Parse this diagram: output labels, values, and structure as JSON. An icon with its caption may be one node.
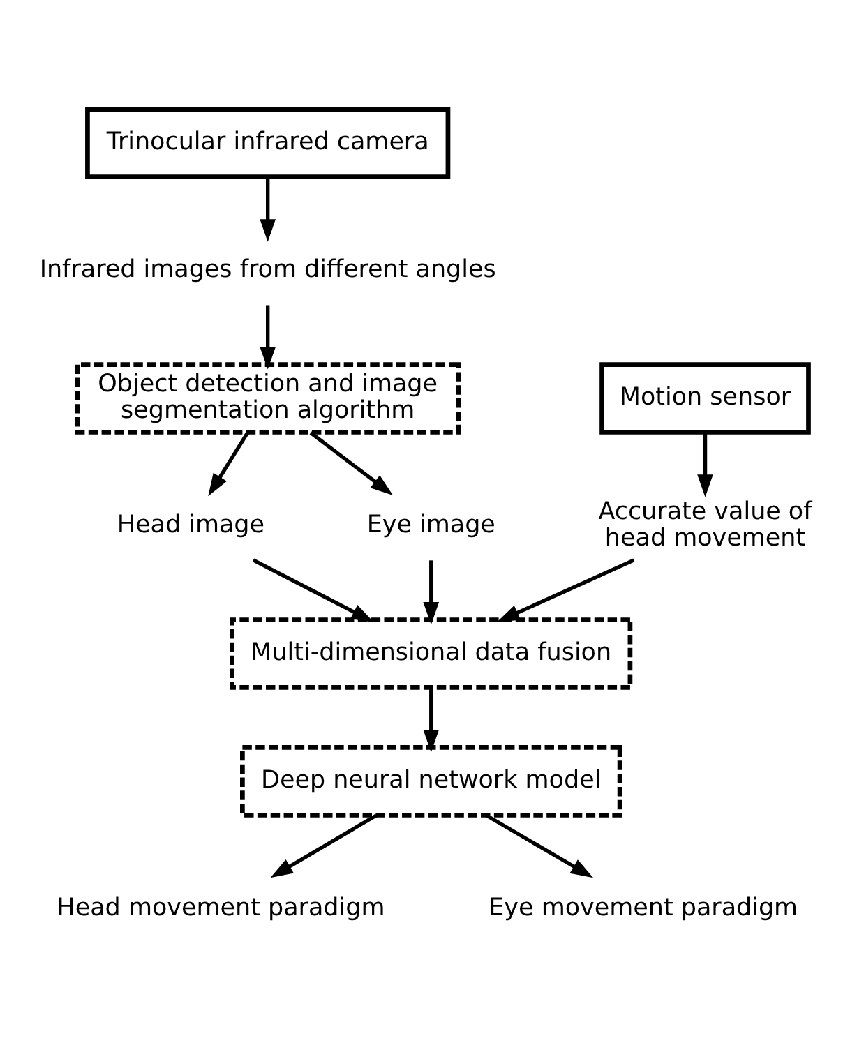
{
  "diagram": {
    "nodes": [
      {
        "text": [
          "Trinocular infrared camera"
        ]
      },
      {
        "text": [
          "Infrared images from different angles"
        ]
      },
      {
        "text": [
          "Object detection and image segmentation algorithm"
        ]
      },
      {
        "text": [
          "Motion sensor"
        ]
      },
      {
        "text": [
          "Accurate value of head movement"
        ]
      },
      {
        "text": [
          "Head image"
        ]
      },
      {
        "text": [
          "Eye image"
        ]
      },
      {
        "text": [
          "Multi-dimensional data fusion"
        ]
      },
      {
        "text": [
          "Deep neural network model"
        ]
      },
      {
        "text": [
          "Head movement paradigm"
        ]
      },
      {
        "text": [
          "Eye movement paradigm"
        ]
      }
    ],
    "edges": [
      {
        "from": 0,
        "to": 1,
        "arrow": "to"
      },
      {
        "from": 1,
        "to": 2,
        "arrow": "to"
      },
      {
        "from": 3,
        "to": 4,
        "arrow": "to"
      },
      {
        "from": 2,
        "to": 5,
        "arrow": "to"
      },
      {
        "from": 2,
        "to": 6,
        "arrow": "to"
      },
      {
        "from": 4,
        "to": 7,
        "arrow": "to"
      },
      {
        "from": 5,
        "to": 7,
        "arrow": "to"
      },
      {
        "from": 6,
        "to": 7,
        "arrow": "to"
      },
      {
        "from": 7,
        "to": 8,
        "arrow": "to"
      },
      {
        "from": 8,
        "to": 9,
        "arrow": "to"
      },
      {
        "from": 8,
        "to": 10,
        "arrow": "to"
      }
    ]
  }
}
